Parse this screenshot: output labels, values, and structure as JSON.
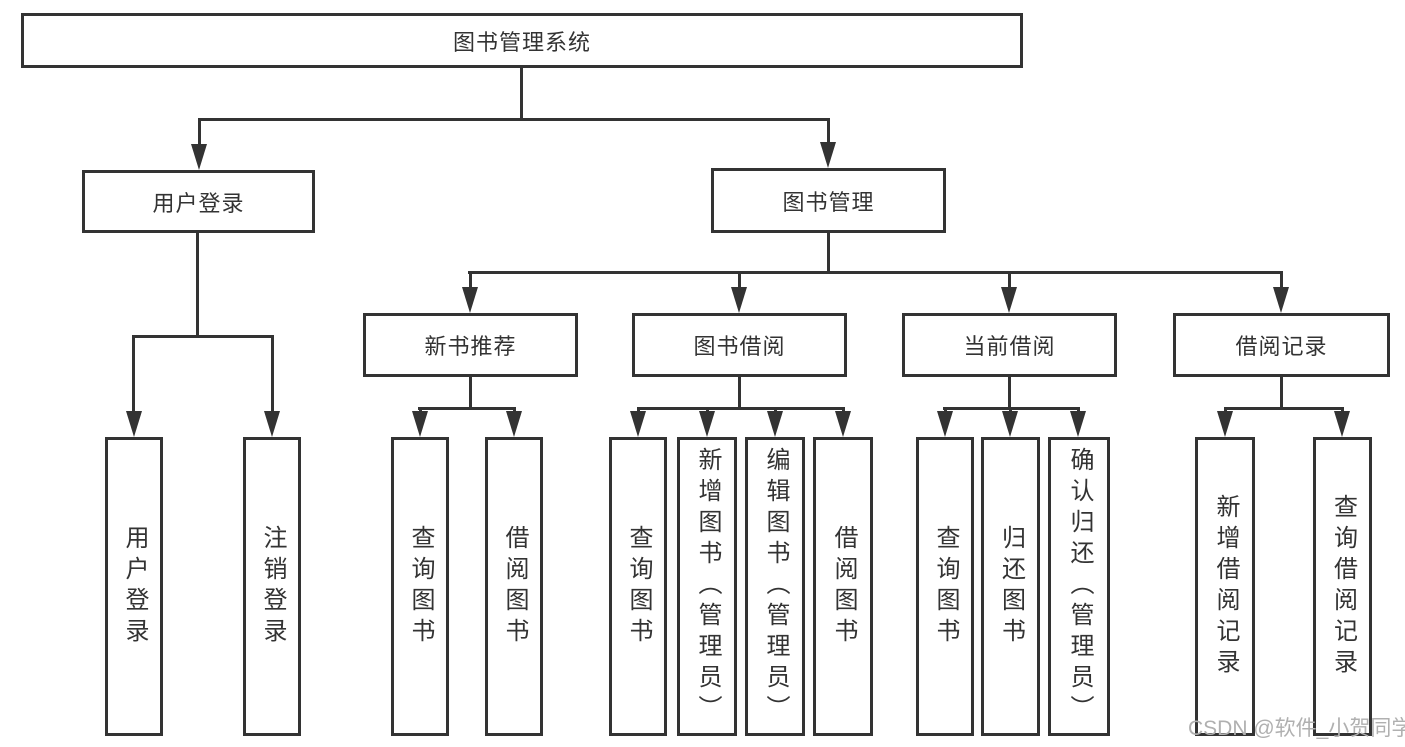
{
  "title": "图书管理系统",
  "watermark": "CSDN @软件_小贺同学",
  "colors": {
    "line": "#333333",
    "text": "#333333",
    "watermark": "#b0b0b0",
    "background": "#ffffff"
  },
  "nodes": {
    "root": {
      "label": "图书管理系统"
    },
    "user_login": {
      "label": "用户登录"
    },
    "book_management": {
      "label": "图书管理"
    },
    "new_book_recommend": {
      "label": "新书推荐"
    },
    "book_borrow": {
      "label": "图书借阅"
    },
    "current_borrow": {
      "label": "当前借阅"
    },
    "borrow_record": {
      "label": "借阅记录"
    },
    "leaf_user_login": {
      "label": "用户登录"
    },
    "leaf_logout": {
      "label": "注销登录"
    },
    "leaf_rec_query_book": {
      "label": "查询图书"
    },
    "leaf_rec_borrow_book": {
      "label": "借阅图书"
    },
    "leaf_bb_query_book": {
      "label": "查询图书"
    },
    "leaf_bb_add_book": {
      "label": "新增图书（管理员）"
    },
    "leaf_bb_edit_book": {
      "label": "编辑图书（管理员）"
    },
    "leaf_bb_borrow_book": {
      "label": "借阅图书"
    },
    "leaf_cb_query_book": {
      "label": "查询图书"
    },
    "leaf_cb_return_book": {
      "label": "归还图书"
    },
    "leaf_cb_confirm_return": {
      "label": "确认归还（管理员）"
    },
    "leaf_br_add_record": {
      "label": "新增借阅记录"
    },
    "leaf_br_query_record": {
      "label": "查询借阅记录"
    }
  }
}
